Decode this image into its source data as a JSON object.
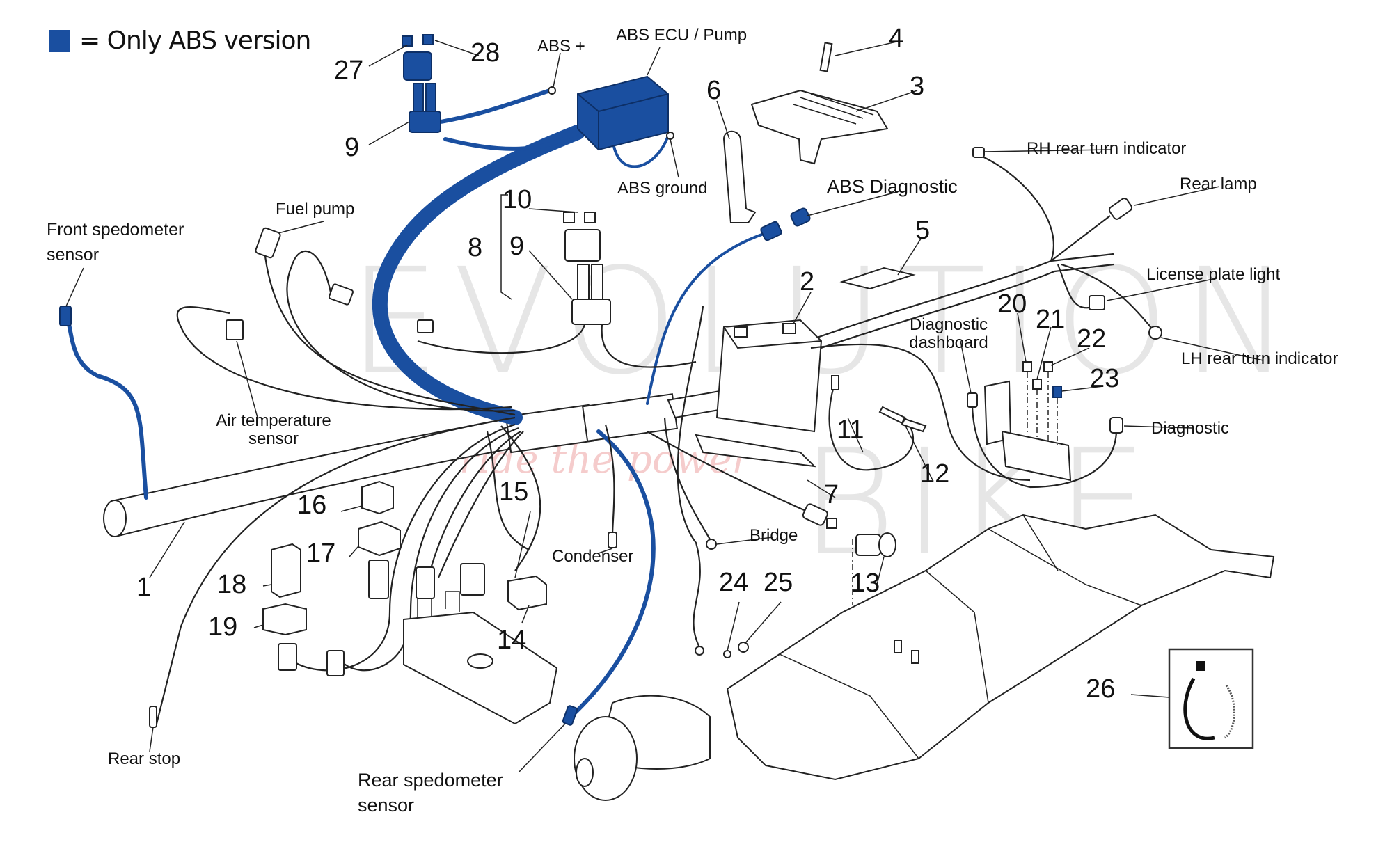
{
  "legend": {
    "swatch_color": "#1a4fa0",
    "text": "= Only ABS version"
  },
  "colors": {
    "abs_blue": "#1a4fa0",
    "line": "#222222",
    "watermark": "#e6e6e6",
    "watermark_script": "#f5cccc"
  },
  "watermark": {
    "brand_line1": "EVOLUTION",
    "brand_line2": "BIKE",
    "slogan": "ride the power"
  },
  "callouts": {
    "n1": "1",
    "n2": "2",
    "n3": "3",
    "n4": "4",
    "n5": "5",
    "n6": "6",
    "n7": "7",
    "n8": "8",
    "n9a": "9",
    "n9b": "9",
    "n10": "10",
    "n11": "11",
    "n12": "12",
    "n13": "13",
    "n14": "14",
    "n15": "15",
    "n16": "16",
    "n17": "17",
    "n18": "18",
    "n19": "19",
    "n20": "20",
    "n21": "21",
    "n22": "22",
    "n23": "23",
    "n24": "24",
    "n25": "25",
    "n26": "26",
    "n27": "27",
    "n28": "28"
  },
  "labels": {
    "abs_plus": "ABS +",
    "abs_ecu_pump": "ABS ECU / Pump",
    "abs_ground": "ABS ground",
    "abs_diagnostic": "ABS Diagnostic",
    "rh_rear_turn": "RH rear turn indicator",
    "rear_lamp": "Rear lamp",
    "license_plate_light": "License plate light",
    "lh_rear_turn": "LH rear turn indicator",
    "diagnostic": "Diagnostic",
    "diagnostic_dashboard_1": "Diagnostic",
    "diagnostic_dashboard_2": "dashboard",
    "front_speedo_1": "Front spedometer",
    "front_speedo_2": "sensor",
    "fuel_pump": "Fuel pump",
    "air_temp_1": "Air temperature",
    "air_temp_2": "sensor",
    "bridge": "Bridge",
    "condenser": "Condenser",
    "rear_stop": "Rear stop",
    "rear_speedo_1": "Rear spedometer",
    "rear_speedo_2": "sensor"
  }
}
